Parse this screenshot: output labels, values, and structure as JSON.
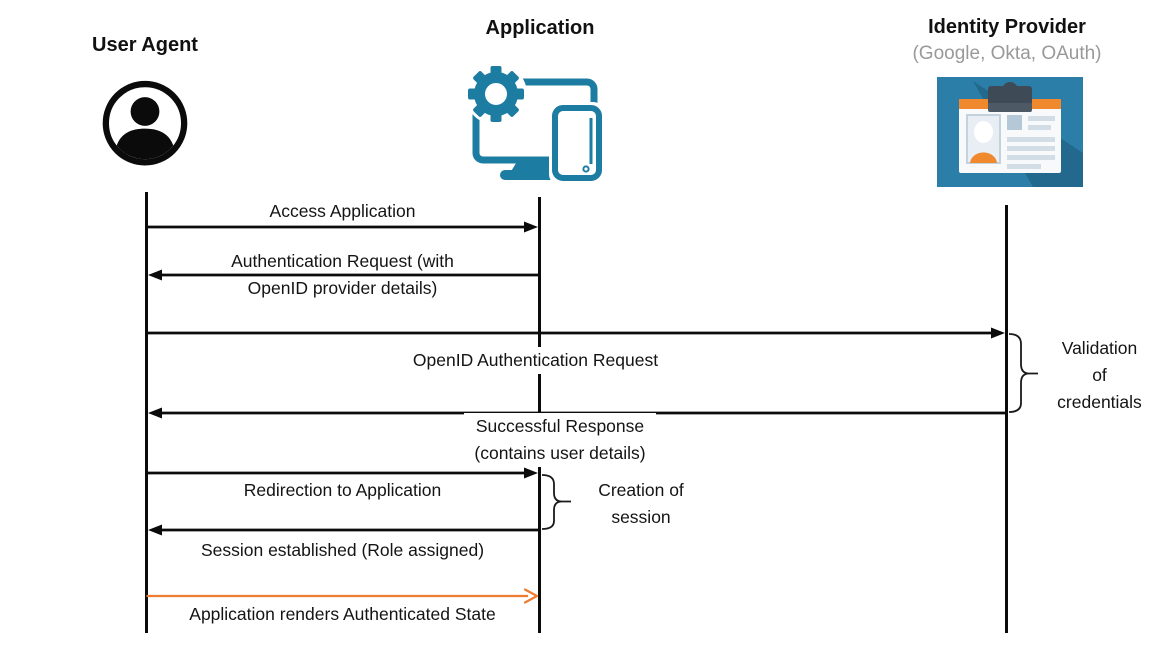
{
  "diagram_type": "sequence-diagram",
  "actors": [
    {
      "label": "User Agent",
      "sublabel": "",
      "icon": "user-icon"
    },
    {
      "label": "Application",
      "sublabel": "",
      "icon": "application-devices-icon"
    },
    {
      "label": "Identity Provider",
      "sublabel": "(Google, Okta, OAuth)",
      "icon": "id-card-icon"
    }
  ],
  "messages": [
    {
      "label": "Access Application",
      "from": "User Agent",
      "to": "Application",
      "direction": "right",
      "color": "#000000"
    },
    {
      "label": "Authentication Request (with\nOpenID provider details)",
      "from": "Application",
      "to": "User Agent",
      "direction": "left",
      "color": "#000000"
    },
    {
      "label": "OpenID Authentication Request",
      "from": "User Agent",
      "to": "Identity Provider",
      "direction": "right",
      "color": "#000000"
    },
    {
      "label": "Successful Response\n(contains user details)",
      "from": "Identity Provider",
      "to": "User Agent",
      "direction": "left",
      "color": "#000000"
    },
    {
      "label": "Redirection to Application",
      "from": "User Agent",
      "to": "Application",
      "direction": "right",
      "color": "#000000"
    },
    {
      "label": "Session established (Role assigned)",
      "from": "Application",
      "to": "User Agent",
      "direction": "left",
      "color": "#000000"
    },
    {
      "label": "Application renders Authenticated State",
      "from": "User Agent",
      "to": "Application",
      "direction": "right",
      "color": "#ED7D31"
    }
  ],
  "annotations": [
    {
      "label": "Validation\nof\ncredentials",
      "attached_to": "Identity Provider",
      "brace": "right-curly"
    },
    {
      "label": "Creation of\nsession",
      "attached_to": "Application",
      "brace": "right-curly"
    }
  ],
  "colors": {
    "arrow_black": "#000000",
    "arrow_highlight_orange": "#ED7D31",
    "app_icon_teal": "#1C7CA1",
    "idp_background_blue": "#2B7EA8",
    "idp_orange": "#F0882E",
    "subtitle_gray": "#999999"
  }
}
